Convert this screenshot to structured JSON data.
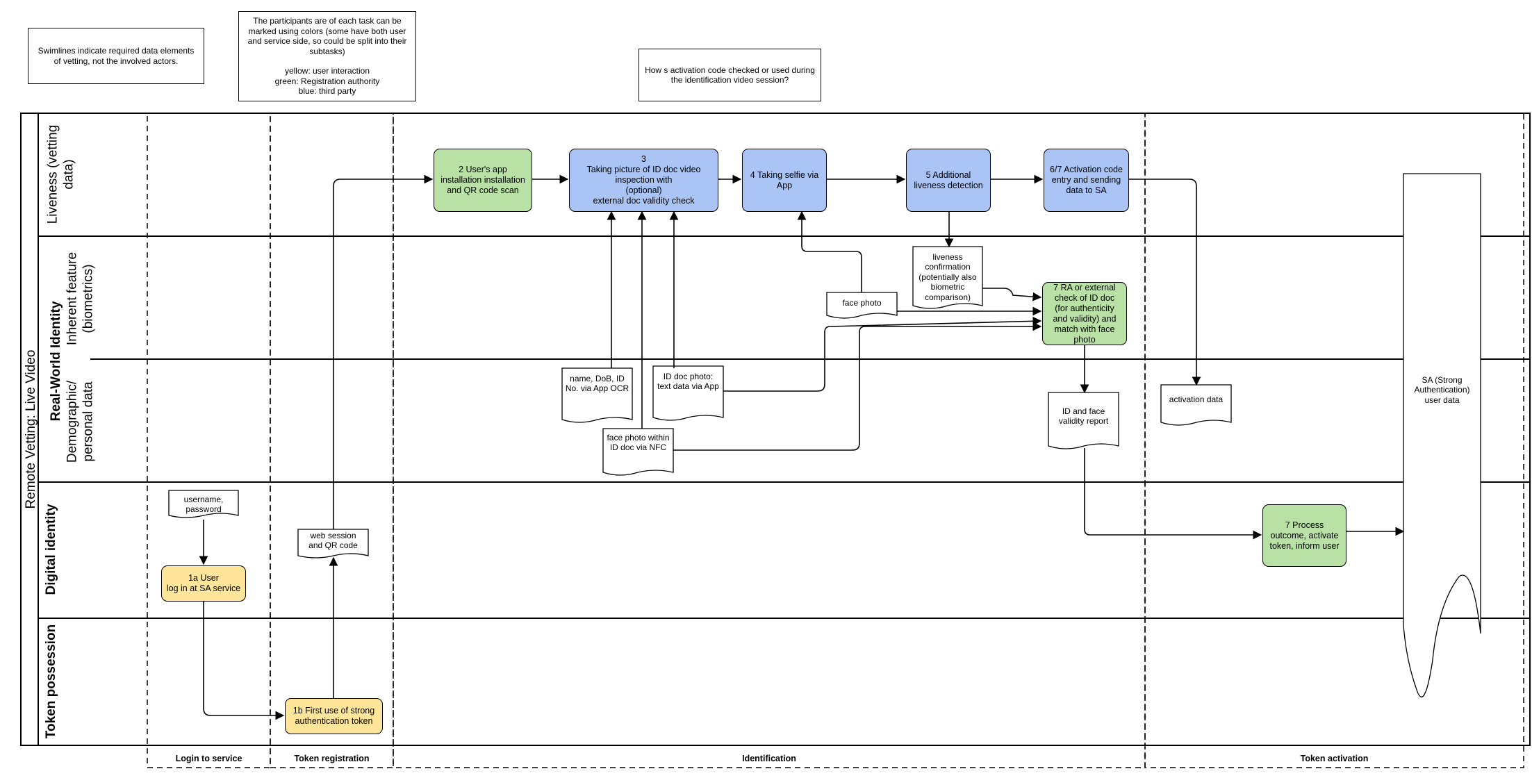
{
  "notes": {
    "swimlanes": "Swimlines indicate required data elements of vetting, not the involved actors.",
    "participants": "The participants are of each task can be marked using colors (some have both user and service side, so could be split into their subtasks)\n\nyellow: user interaction\ngreen:  Registration authority\nblue: third party",
    "activation_question": "How s activation code checked or used during the identification video session?"
  },
  "pool": {
    "title": "Remote Vetting: Live Video"
  },
  "lanes": {
    "liveness": "Liveness (vetting data)",
    "real_world_identity": "Real-World Identity",
    "inherent_feature": "Inherent feature (biometrics)",
    "demographic": "Demographic/ personal data",
    "digital_identity": "Digital identity",
    "token_possession": "Token possession"
  },
  "phases": {
    "login": "Login to service",
    "registration": "Token registration",
    "identification": "Identification",
    "activation": "Token activation"
  },
  "tasks": {
    "t1a": "1a User\nlog in at SA service",
    "t1b": "1b First use of strong authentication token",
    "t2": "2 User's app installation installation and QR code scan",
    "t3": "3\nTaking picture of  ID doc video inspection with\n(optional)\nexternal doc validity check",
    "t4": "4 Taking selfie via App",
    "t5": "5 Additional liveness detection",
    "t67": "6/7 Activation code entry and sending data to SA",
    "t7ra": "7 RA or external check of ID doc (for authenticity and validity) and match with face photo",
    "t7p": "7 Process outcome, activate token, inform user"
  },
  "documents": {
    "username": "username,\npassword",
    "websession": "web session\nand QR code",
    "name_dob": "name, DoB, ID No. via App OCR",
    "id_doc_photo": "ID doc photo: text data via App",
    "face_nfc": "face photo within ID doc via NFC",
    "face_photo": "face photo",
    "liveness_conf": "liveness confirmation (potentially also biometric comparison)",
    "id_face_report": "ID and face validity report",
    "activation_data": "activation data",
    "sa_user_data": "SA (Strong Authentication) user data"
  },
  "colors": {
    "ra_green": "#b9e0a5",
    "third_party_blue": "#a9c4f5",
    "user_yellow": "#ffe599"
  }
}
